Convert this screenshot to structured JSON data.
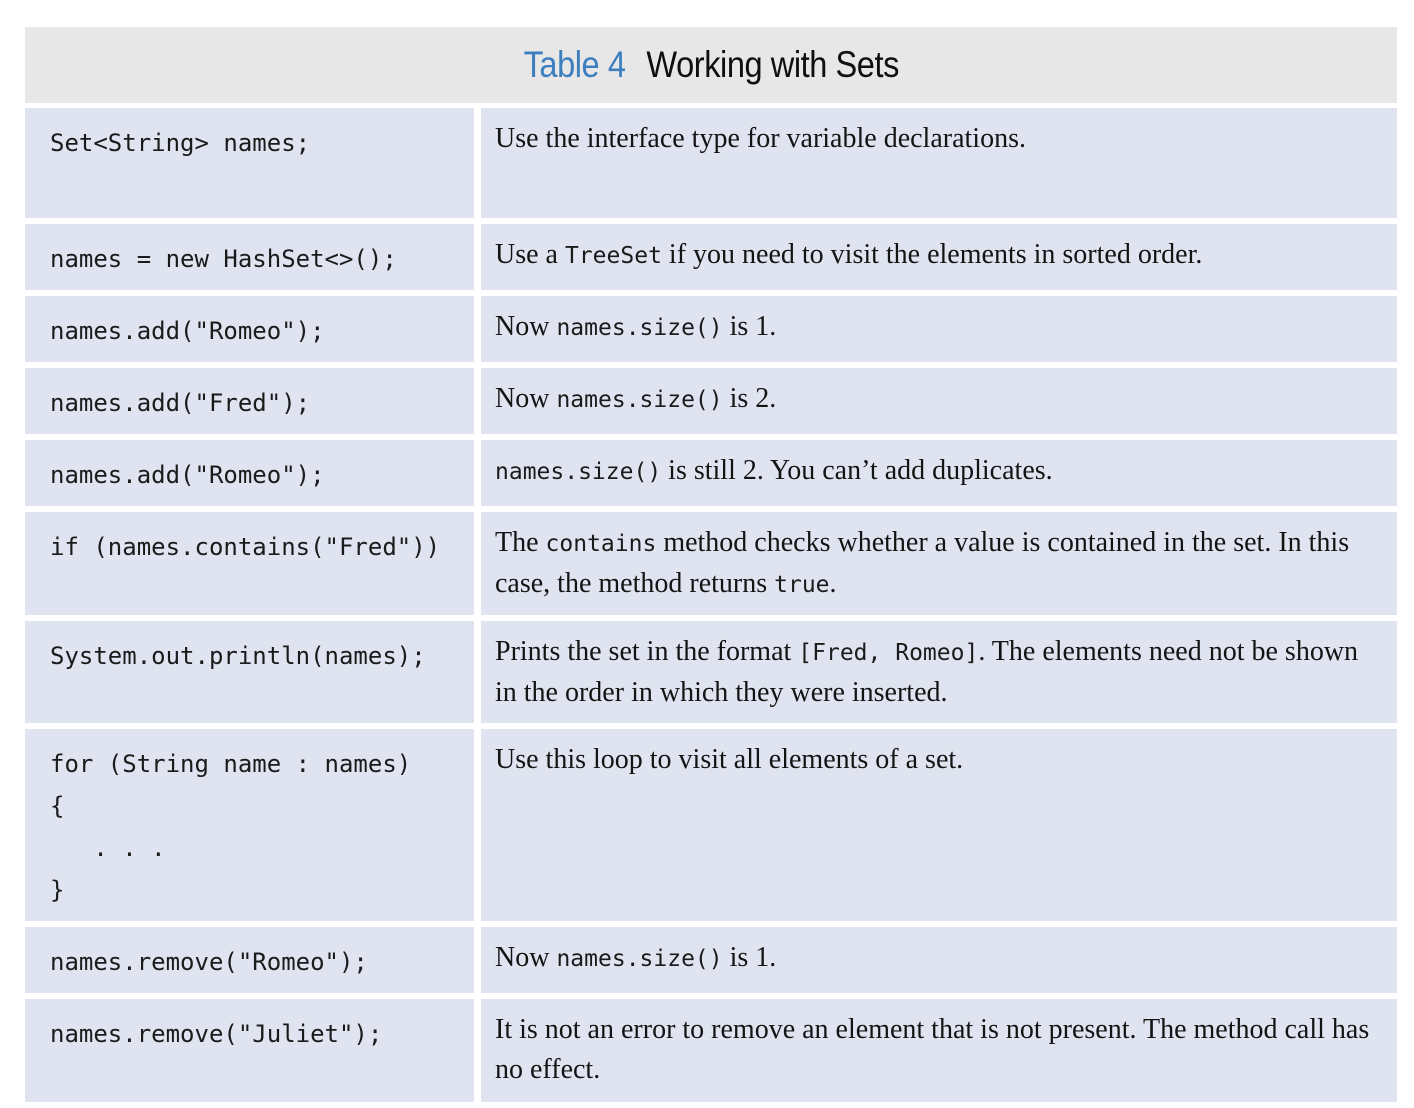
{
  "table": {
    "title_label": "Table 4",
    "title_text": "Working with Sets",
    "accent_color": "#3d7ebf",
    "header_bg": "#e7e7e8",
    "row_bg": "#dfe4f0",
    "rows": [
      {
        "code": "Set<String> names;",
        "desc": [
          {
            "text": "Use the interface type for variable declarations.",
            "code": false
          }
        ]
      },
      {
        "code": "names = new HashSet<>();",
        "desc": [
          {
            "text": "Use a ",
            "code": false
          },
          {
            "text": "TreeSet",
            "code": true
          },
          {
            "text": " if you need to visit the elements in sorted order.",
            "code": false
          }
        ]
      },
      {
        "code": "names.add(\"Romeo\");",
        "desc": [
          {
            "text": "Now ",
            "code": false
          },
          {
            "text": "names.size()",
            "code": true
          },
          {
            "text": " is 1.",
            "code": false
          }
        ]
      },
      {
        "code": "names.add(\"Fred\");",
        "desc": [
          {
            "text": "Now ",
            "code": false
          },
          {
            "text": "names.size()",
            "code": true
          },
          {
            "text": " is 2.",
            "code": false
          }
        ]
      },
      {
        "code": "names.add(\"Romeo\");",
        "desc": [
          {
            "text": "names.size()",
            "code": true
          },
          {
            "text": " is still 2. You can’t add duplicates.",
            "code": false
          }
        ]
      },
      {
        "code": "if (names.contains(\"Fred\"))",
        "desc": [
          {
            "text": "The ",
            "code": false
          },
          {
            "text": "contains",
            "code": true
          },
          {
            "text": " method checks whether a value is contained in the set. In this case, the method returns ",
            "code": false
          },
          {
            "text": "true",
            "code": true
          },
          {
            "text": ".",
            "code": false
          }
        ]
      },
      {
        "code": "System.out.println(names);",
        "desc": [
          {
            "text": "Prints the set in the format ",
            "code": false
          },
          {
            "text": "[Fred, Romeo]",
            "code": true
          },
          {
            "text": ". The elements need not be shown in the order in which they were inserted.",
            "code": false
          }
        ]
      },
      {
        "code": "for (String name : names)\n{\n   . . .\n}",
        "desc": [
          {
            "text": "Use this loop to visit all elements of a set.",
            "code": false
          }
        ]
      },
      {
        "code": "names.remove(\"Romeo\");",
        "desc": [
          {
            "text": "Now ",
            "code": false
          },
          {
            "text": "names.size()",
            "code": true
          },
          {
            "text": " is 1.",
            "code": false
          }
        ]
      },
      {
        "code": "names.remove(\"Juliet\");",
        "desc": [
          {
            "text": "It is not an error to remove an element that is not present. The method call has no effect.",
            "code": false
          }
        ]
      }
    ]
  }
}
